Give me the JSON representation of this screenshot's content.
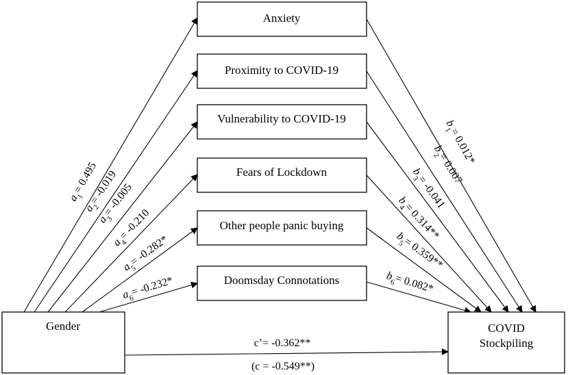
{
  "predictor": {
    "label": "Gender"
  },
  "outcome": {
    "label_line1": "COVID",
    "label_line2": "Stockpiling"
  },
  "mediators": [
    {
      "label": "Anxiety",
      "a_sym": "a",
      "a_sub": "1",
      "a_val": "= 0.495",
      "b_sym": "b",
      "b_sub": "1",
      "b_val": "= 0.012*"
    },
    {
      "label": "Proximity to COVID-19",
      "a_sym": "a",
      "a_sub": "2",
      "a_val": "= -0.019",
      "b_sym": "b",
      "b_sub": "2",
      "b_val": "= 0.007"
    },
    {
      "label": "Vulnerability to COVID-19",
      "a_sym": "a",
      "a_sub": "3",
      "a_val": "= -0.005",
      "b_sym": "b",
      "b_sub": "3",
      "b_val": "= -0.041"
    },
    {
      "label": "Fears of Lockdown",
      "a_sym": "a",
      "a_sub": "4",
      "a_val": "= -0.210",
      "b_sym": "b",
      "b_sub": "4",
      "b_val": "= 0.314**"
    },
    {
      "label": "Other people panic buying",
      "a_sym": "a",
      "a_sub": "5",
      "a_val": "= -0.282*",
      "b_sym": "b",
      "b_sub": "5",
      "b_val": "= 0.359**"
    },
    {
      "label": "Doomsday Connotations",
      "a_sym": "a",
      "a_sub": "6",
      "a_val": "= -0.232*",
      "b_sym": "b",
      "b_sub": "6",
      "b_val": "= 0.082*"
    }
  ],
  "direct_effect": {
    "label": "c’= -0.362**"
  },
  "total_effect": {
    "label": "(c = -0.549**)"
  },
  "colors": {
    "stroke": "#000000",
    "background": "#ffffff"
  }
}
